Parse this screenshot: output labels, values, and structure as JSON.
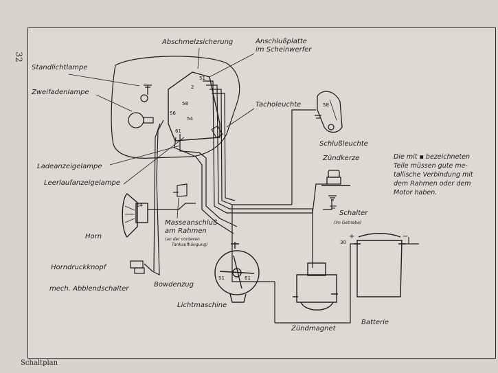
{
  "page_number": "32",
  "caption": "Schaltplan",
  "note": "Die mit ▪ bezeichneten\nTeile müssen gute me-\ntallische Verbindung mit\ndem Rahmen oder dem\nMotor haben.",
  "labels": {
    "abschmelzsicherung": "Abschmelzsicherung",
    "anschlussplatte": "Anschlußplatte",
    "im_scheinwerfer": "im Scheinwerfer",
    "standlichtlampe": "Standlichtlampe",
    "zweifadenlampe": "Zweifadenlampe",
    "tachoieuchte": "Tacholeuchte",
    "schlussleuchte": "Schlußleuchte",
    "zuendkerze": "Zündkerze",
    "ladeanzeigelampe": "Ladeanzeigelampe",
    "leerlaufanzeigelampe": "Leerlaufanzeigelampe",
    "schalter": "Schalter",
    "schalter_sub": "(im Getriebe)",
    "horn": "Horn",
    "masseanschluss_1": "Masseanschluß",
    "masseanschluss_2": "am Rahmen",
    "masseanschluss_sub_1": "(an der vorderen",
    "masseanschluss_sub_2": "Tankaufhängung)",
    "horndruckknopf": "Horndruckknopf",
    "abblendschalter": "mech. Abblendschalter",
    "bowdenzug": "Bowdenzug",
    "lichtmaschine": "Lichtmaschine",
    "zuendmagnet": "Zündmagnet",
    "batterie": "Batterie"
  },
  "terminals": {
    "t51": "51",
    "t2": "2",
    "t58a": "58",
    "t56": "56",
    "t54a": "54",
    "t61": "61",
    "t58b": "58",
    "t54b": "54",
    "t30": "30",
    "t51b": "51",
    "t61b": "61",
    "plus": "+",
    "minus": "−"
  }
}
